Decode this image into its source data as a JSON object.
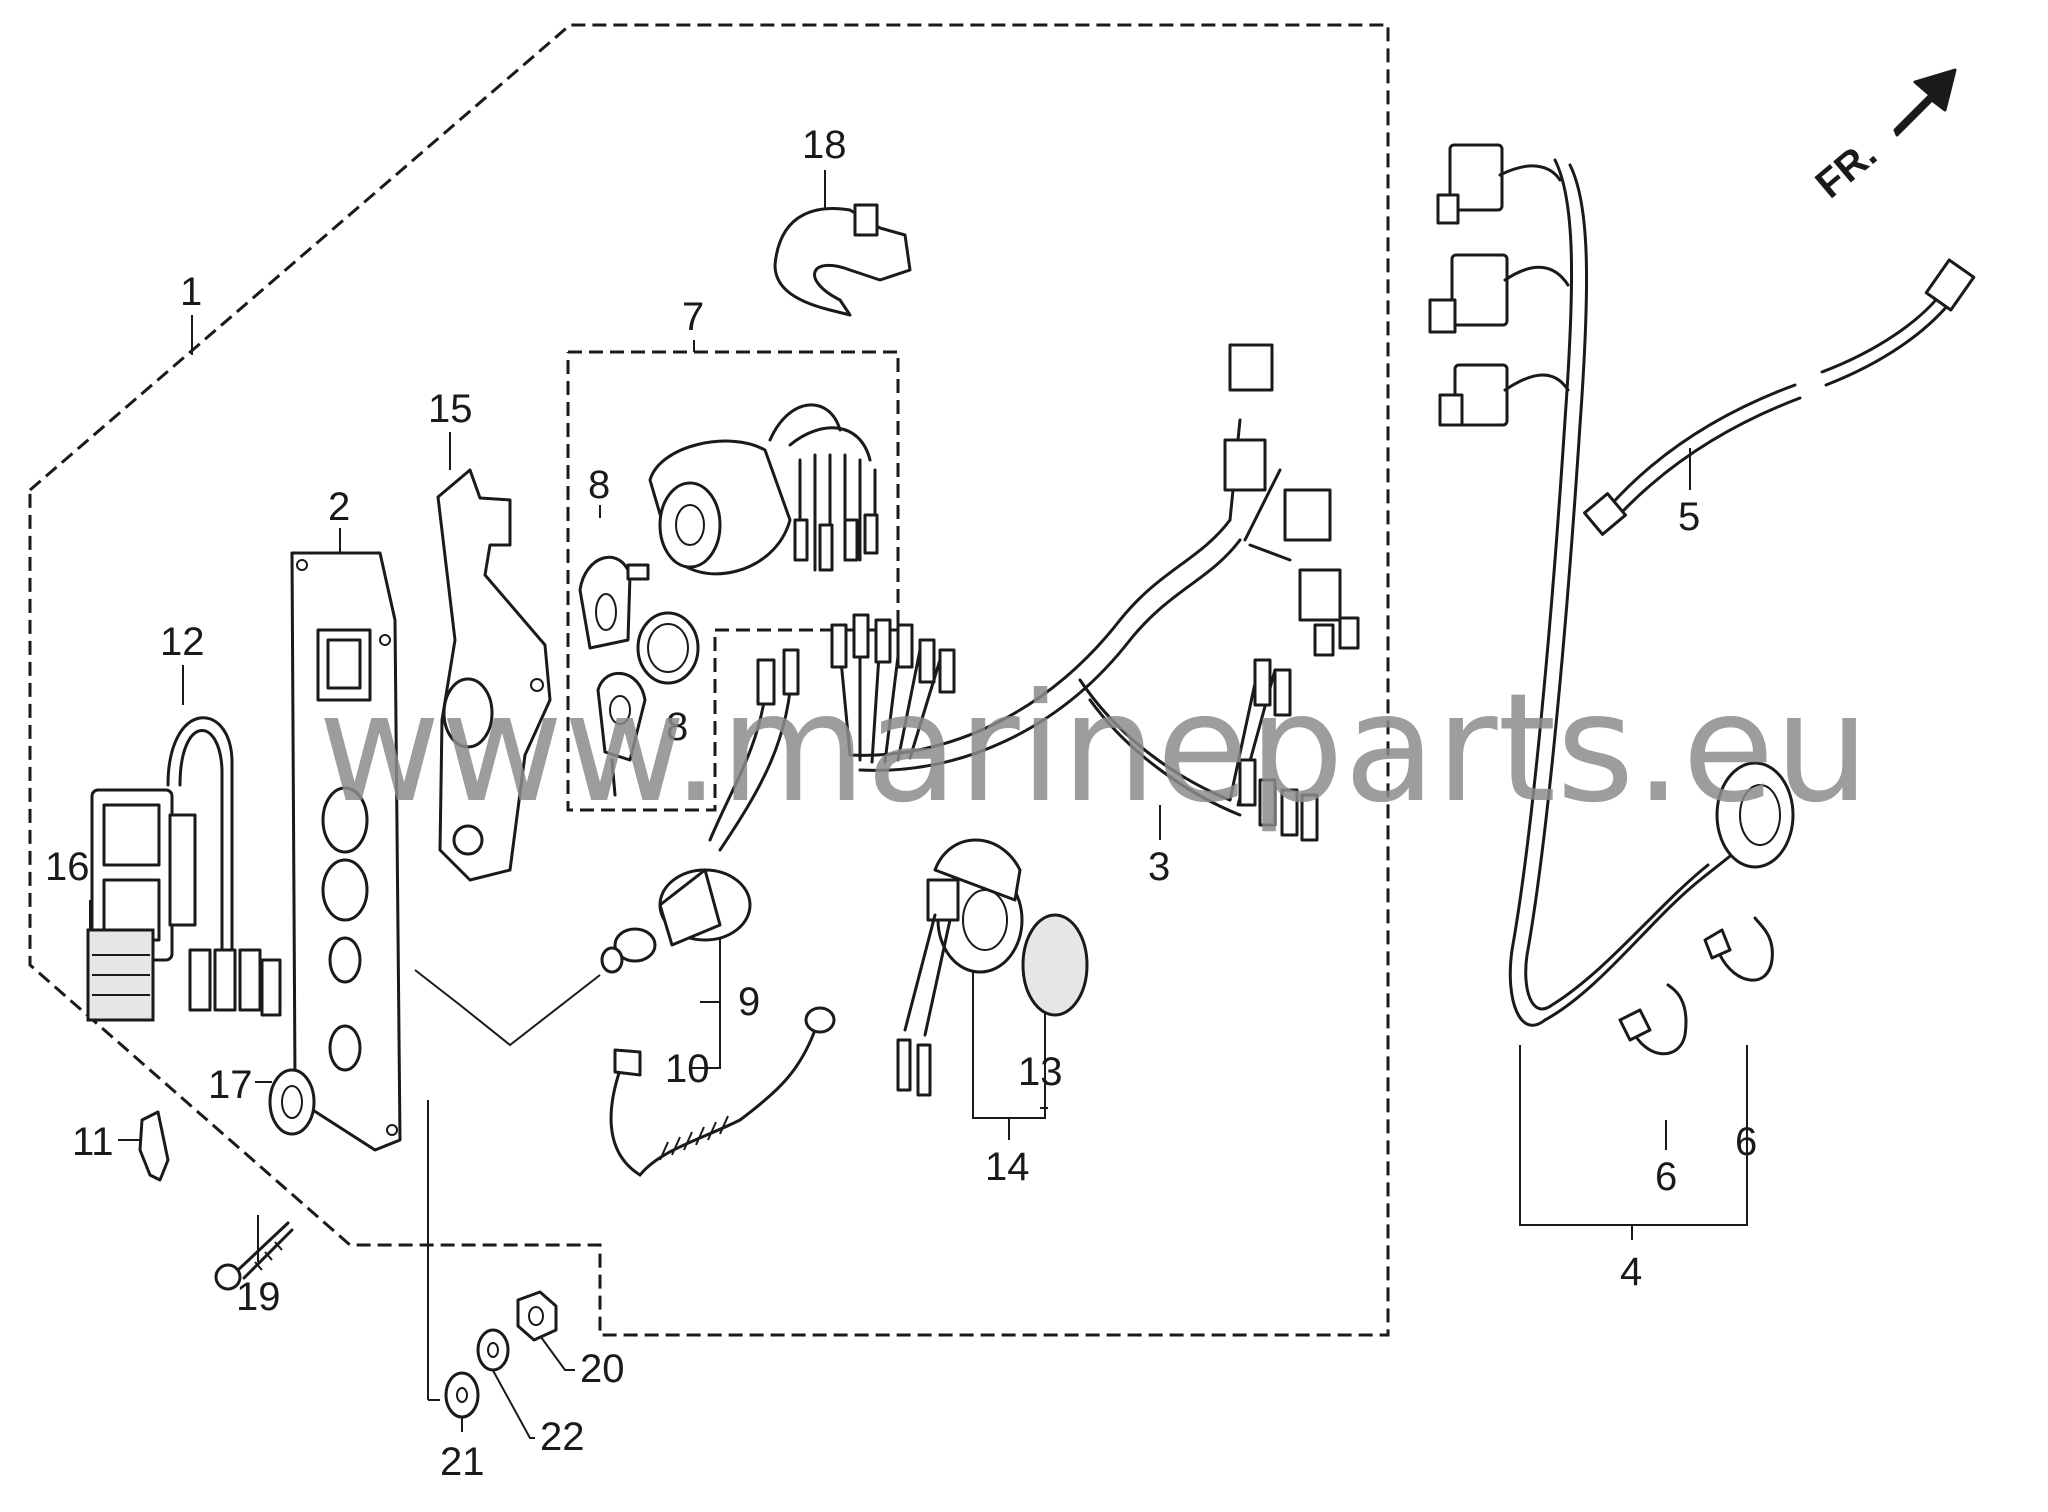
{
  "direction_label": "FR.",
  "watermark": "www.marineparts.eu",
  "labels": {
    "p1": "1",
    "p2": "2",
    "p3": "3",
    "p4": "4",
    "p5": "5",
    "p6a": "6",
    "p6b": "6",
    "p7": "7",
    "p8a": "8",
    "p8b": "8",
    "p9": "9",
    "p10": "10",
    "p11": "11",
    "p12": "12",
    "p13": "13",
    "p14": "14",
    "p15": "15",
    "p16": "16",
    "p17": "17",
    "p18": "18",
    "p19": "19",
    "p20": "20",
    "p21": "21",
    "p22": "22"
  }
}
